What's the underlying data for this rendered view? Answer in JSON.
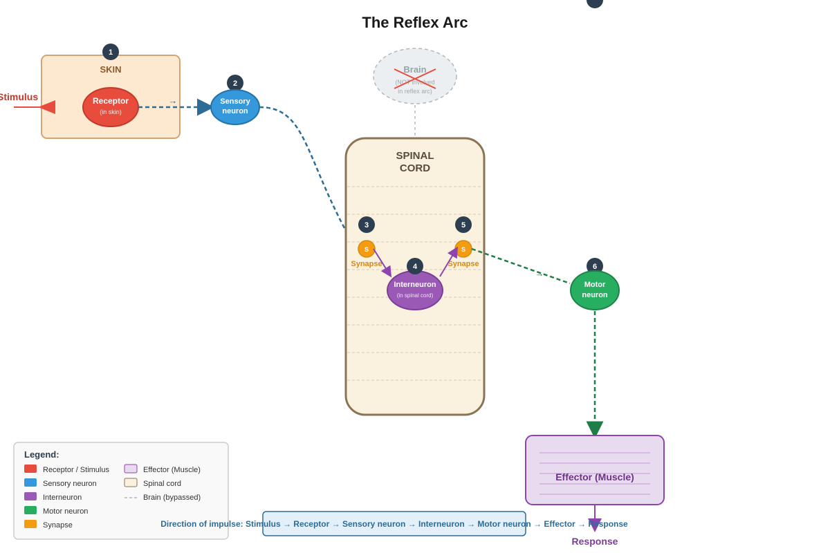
{
  "title": "The Reflex Arc",
  "colors": {
    "receptor": "#e74c3c",
    "sensory": "#3498db",
    "interneuron": "#9b59b6",
    "motor": "#27ae60",
    "synapse": "#f39c12",
    "effector_fill": "#e8daef",
    "effector_stroke": "#8e44ad",
    "spinal_fill": "#fbf1df",
    "spinal_stroke": "#8b7355",
    "skin_fill": "#fde9cf",
    "skin_stroke": "#d4a574",
    "badge": "#2c3e50",
    "brain_fill": "#eceff1",
    "brain_stroke": "#b0b8bf",
    "impulse_sensory": "#2e6b95",
    "impulse_motor": "#1e7e45"
  },
  "stimulus": {
    "label": "Stimulus"
  },
  "skin": {
    "label": "SKIN",
    "step": "1"
  },
  "receptor": {
    "label": "Receptor",
    "sub": "(in skin)"
  },
  "sensory": {
    "label_line1": "Sensory",
    "label_line2": "neuron",
    "step": "2"
  },
  "brain": {
    "label": "Brain",
    "sub_line1": "(NOT involved",
    "sub_line2": "in reflex arc)"
  },
  "spinal": {
    "label_line1": "SPINAL",
    "label_line2": "CORD"
  },
  "synapse_left": {
    "symbol": "S",
    "label": "Synapse",
    "step": "3"
  },
  "interneuron": {
    "label": "Interneuron",
    "sub": "(in spinal cord)",
    "step": "4"
  },
  "synapse_right": {
    "symbol": "S",
    "label": "Synapse",
    "step": "5"
  },
  "motor": {
    "label_line1": "Motor",
    "label_line2": "neuron",
    "step": "6"
  },
  "effector": {
    "label": "Effector (Muscle)"
  },
  "response": {
    "label": "Response"
  },
  "arrow_glyph": "→",
  "legend": {
    "title": "Legend:",
    "items": [
      {
        "label": "Receptor / Stimulus",
        "kind": "solid",
        "color": "#e74c3c"
      },
      {
        "label": "Sensory neuron",
        "kind": "solid",
        "color": "#3498db"
      },
      {
        "label": "Interneuron",
        "kind": "solid",
        "color": "#9b59b6"
      },
      {
        "label": "Motor neuron",
        "kind": "solid",
        "color": "#27ae60"
      },
      {
        "label": "Synapse",
        "kind": "solid",
        "color": "#f39c12"
      },
      {
        "label": "Effector (Muscle)",
        "kind": "outline",
        "color": "#e8daef",
        "stroke": "#8e44ad"
      },
      {
        "label": "Spinal cord",
        "kind": "outline",
        "color": "#fbf1df",
        "stroke": "#8b7355"
      },
      {
        "label": "Brain (bypassed)",
        "kind": "dash",
        "color": "#b0b8bf"
      }
    ]
  },
  "direction": {
    "prefix": "Direction of impulse: Stimulus",
    "steps": [
      "Receptor",
      "Sensory neuron",
      "Interneuron",
      "Motor neuron",
      "Effector",
      "Response"
    ]
  }
}
